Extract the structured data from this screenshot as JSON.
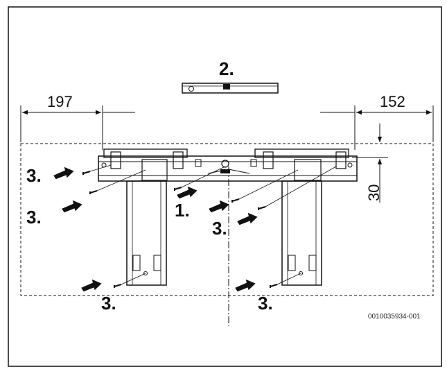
{
  "figure": {
    "dimensions": {
      "left": "197",
      "right": "152",
      "vertical": "30"
    },
    "steps": {
      "step1": "1.",
      "step2": "2.",
      "step3": "3."
    },
    "reference": "0010035934-001",
    "icons": [
      "spirit-level-icon",
      "screw-icon",
      "arrow-icon",
      "mounting-bracket-icon"
    ]
  }
}
